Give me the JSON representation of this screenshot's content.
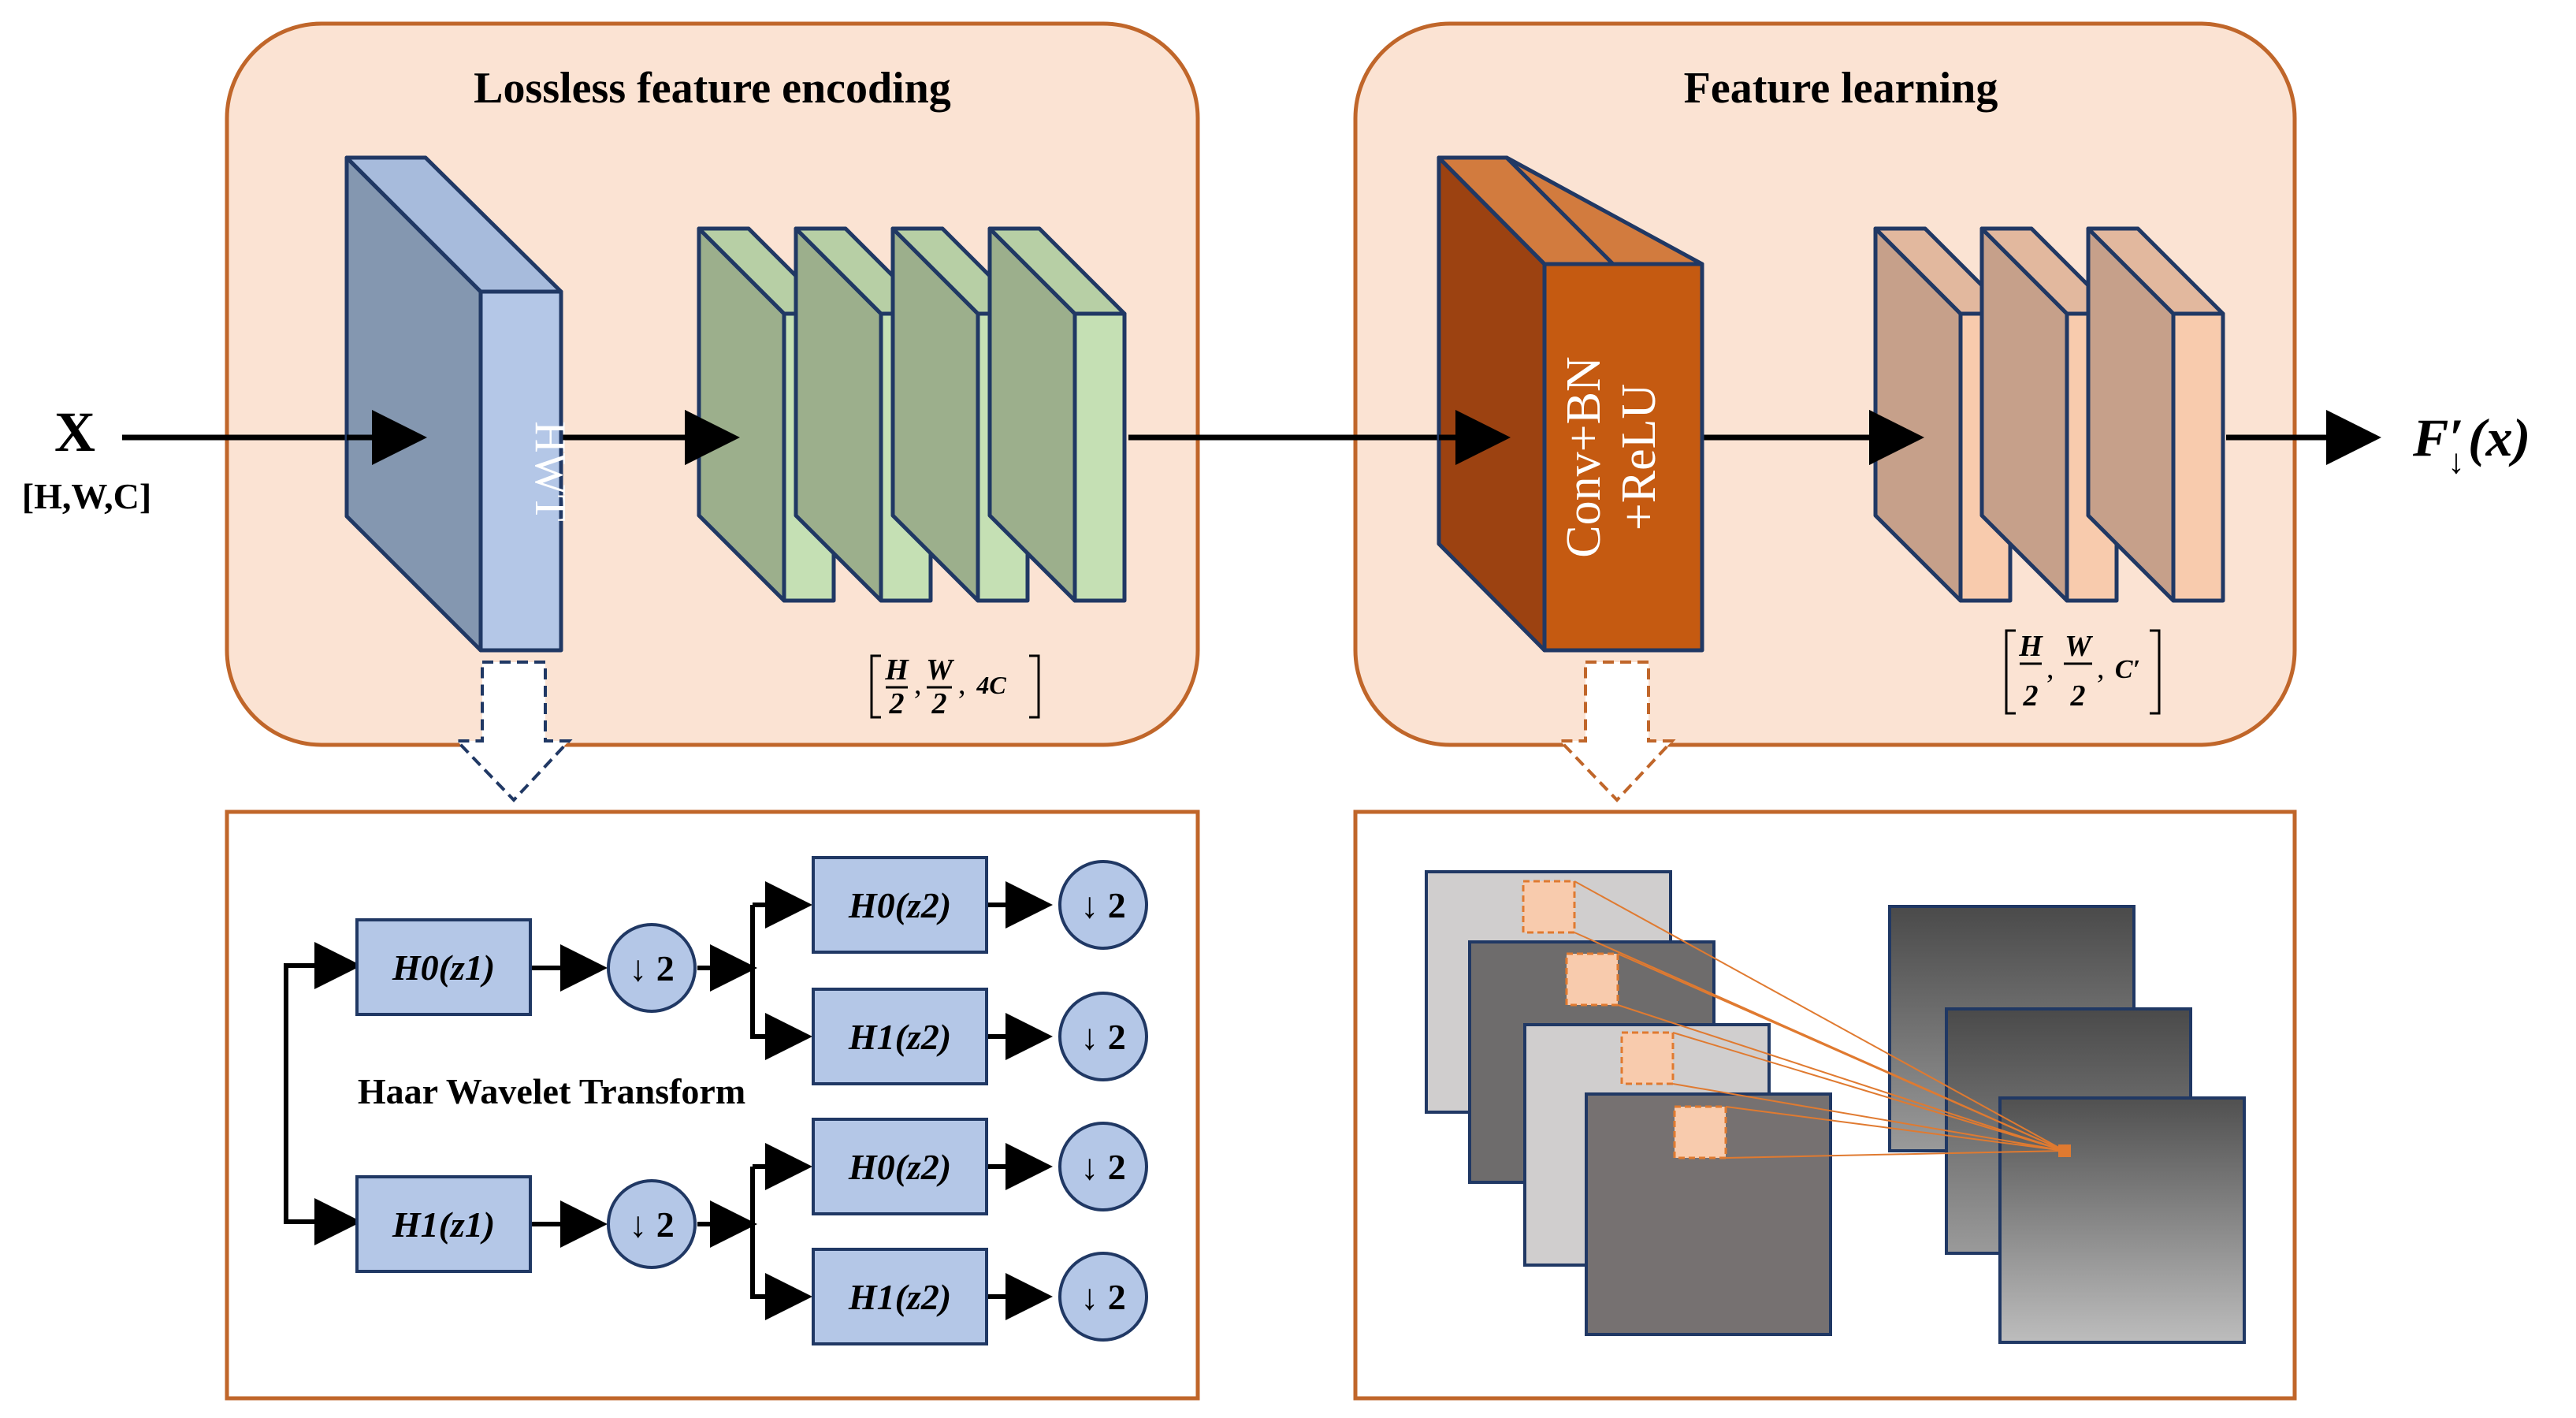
{
  "panels": {
    "encoding": {
      "title": "Lossless feature encoding"
    },
    "learning": {
      "title": "Feature learning"
    }
  },
  "input": {
    "symbol": "X",
    "shape": "[H,W,C]"
  },
  "output": {
    "symbol": "F′",
    "subscript": "↓",
    "arg": "(x)"
  },
  "blocks": {
    "hwt_label": "HWT",
    "conv_line1": "Conv+BN",
    "conv_line2": "+ReLU"
  },
  "dims": {
    "encoding": {
      "num1": "H",
      "den1": "2",
      "num2": "W",
      "den2": "2",
      "ch": "4C"
    },
    "learning": {
      "num1": "H",
      "den1": "2",
      "num2": "W",
      "den2": "2",
      "ch": "C′"
    }
  },
  "wavelet": {
    "title": "Haar Wavelet Transform",
    "down_label": "↓ 2",
    "filters": {
      "h0z1": "H0(z1)",
      "h1z1": "H1(z1)",
      "h0z2a": "H0(z2)",
      "h1z2a": "H1(z2)",
      "h0z2b": "H0(z2)",
      "h1z2b": "H1(z2)"
    }
  },
  "colors": {
    "panel_fill": "#fbe3d3",
    "panel_stroke": "#c0662a",
    "hwt_front": "#b4c7e7",
    "hwt_side": "#8497b0",
    "feat_green_front": "#c5e0b4",
    "feat_green_side": "#9caf8c",
    "conv_front": "#c55a11",
    "conv_side": "#9c4211",
    "conv_top": "#d27b3e",
    "feat_peach_front": "#f8cbad",
    "feat_peach_side": "#c6a08a",
    "filter_box": "#b4c7e7",
    "box_stroke": "#203864"
  }
}
